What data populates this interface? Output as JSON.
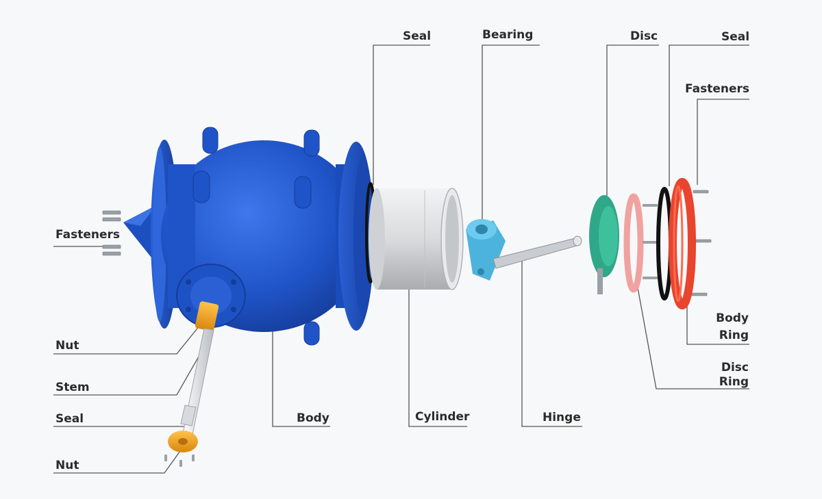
{
  "labels": {
    "fasteners_left": "Fasteners",
    "nut_top": "Nut",
    "stem": "Stem",
    "seal_left": "Seal",
    "nut_bottom": "Nut",
    "body": "Body",
    "seal_mid": "Seal",
    "cylinder": "Cylinder",
    "bearing": "Bearing",
    "hinge": "Hinge",
    "disc": "Disc",
    "seal_right": "Seal",
    "fasteners_right": "Fasteners",
    "body_ring_line1": "Body",
    "body_ring_line2": "Ring",
    "disc_ring_line1": "Disc",
    "disc_ring_line2": "Ring"
  },
  "colors": {
    "body": "#1f54c8",
    "body_dark": "#163c9a",
    "cylinder": "#d7d9dc",
    "bearing": "#4cb3dc",
    "disc": "#2fa88a",
    "disc_ring": "#f0a2a0",
    "seal": "#121212",
    "body_ring": "#e8442e",
    "nut": "#f0a025",
    "leader": "#555555",
    "text": "#2b2b2b"
  }
}
